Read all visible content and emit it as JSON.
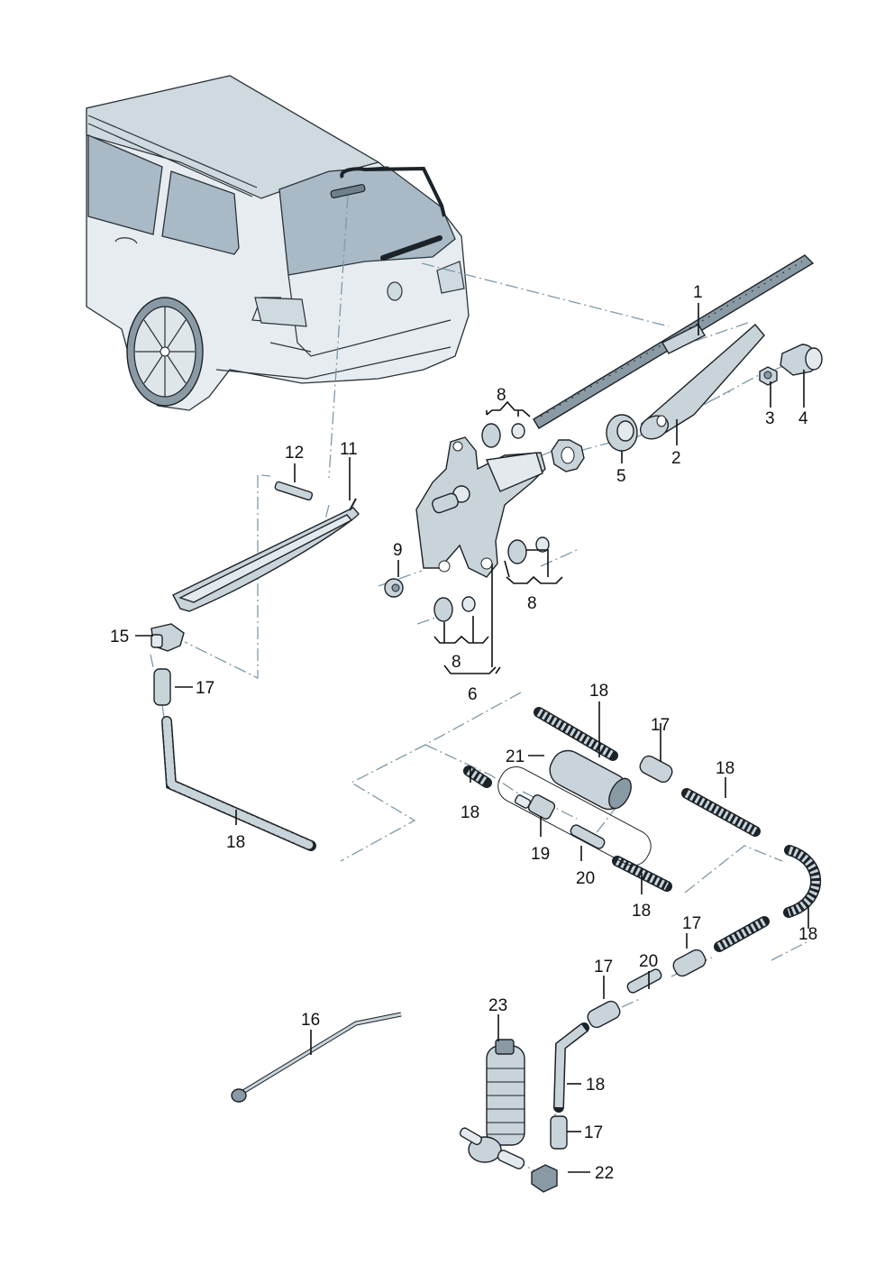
{
  "diagram": {
    "title": "Rear window wiper and washer system - exploded parts view",
    "vehicle": "Estate car, rear three-quarter view",
    "colors": {
      "background": "#ffffff",
      "part_fill": "#c9d3da",
      "part_dark": "#8a9aa5",
      "glass": "#a9bac6",
      "outline": "#1c2328",
      "dash_line": "#7f98a8",
      "label_text": "#111111"
    },
    "callouts": [
      {
        "id": "c1",
        "label": "1",
        "part": "wiper-blade"
      },
      {
        "id": "c2",
        "label": "2",
        "part": "wiper-arm"
      },
      {
        "id": "c3",
        "label": "3",
        "part": "hex-nut"
      },
      {
        "id": "c4",
        "label": "4",
        "part": "cover-cap"
      },
      {
        "id": "c5",
        "label": "5",
        "part": "spindle-seal-grommet"
      },
      {
        "id": "c6",
        "label": "6",
        "part": "wiper-motor"
      },
      {
        "id": "c8a",
        "label": "8",
        "part": "rubber-mount-top"
      },
      {
        "id": "c8b",
        "label": "8",
        "part": "rubber-mount-right"
      },
      {
        "id": "c8c",
        "label": "8",
        "part": "rubber-mount-bottom"
      },
      {
        "id": "c9",
        "label": "9",
        "part": "nut"
      },
      {
        "id": "c11",
        "label": "11",
        "part": "third-brake-light"
      },
      {
        "id": "c12",
        "label": "12",
        "part": "washer-jet"
      },
      {
        "id": "c15",
        "label": "15",
        "part": "elbow-connector"
      },
      {
        "id": "c16",
        "label": "16",
        "part": "cable-tie"
      },
      {
        "id": "c17a",
        "label": "17",
        "part": "hose-connector"
      },
      {
        "id": "c17b",
        "label": "17",
        "part": "hose-connector"
      },
      {
        "id": "c17c",
        "label": "17",
        "part": "hose-connector"
      },
      {
        "id": "c17d",
        "label": "17",
        "part": "hose-connector"
      },
      {
        "id": "c17e",
        "label": "17",
        "part": "hose-connector"
      },
      {
        "id": "c18a",
        "label": "18",
        "part": "washer-hose"
      },
      {
        "id": "c18b",
        "label": "18",
        "part": "washer-hose"
      },
      {
        "id": "c18c",
        "label": "18",
        "part": "washer-hose"
      },
      {
        "id": "c18d",
        "label": "18",
        "part": "washer-hose"
      },
      {
        "id": "c18e",
        "label": "18",
        "part": "washer-hose"
      },
      {
        "id": "c18f",
        "label": "18",
        "part": "washer-hose"
      },
      {
        "id": "c18g",
        "label": "18",
        "part": "washer-hose"
      },
      {
        "id": "c19",
        "label": "19",
        "part": "check-valve"
      },
      {
        "id": "c20a",
        "label": "20",
        "part": "straight-connector"
      },
      {
        "id": "c20b",
        "label": "20",
        "part": "straight-connector"
      },
      {
        "id": "c21",
        "label": "21",
        "part": "protective-sleeve"
      },
      {
        "id": "c22",
        "label": "22",
        "part": "elbow-connector"
      },
      {
        "id": "c23",
        "label": "23",
        "part": "washer-pump"
      }
    ]
  }
}
